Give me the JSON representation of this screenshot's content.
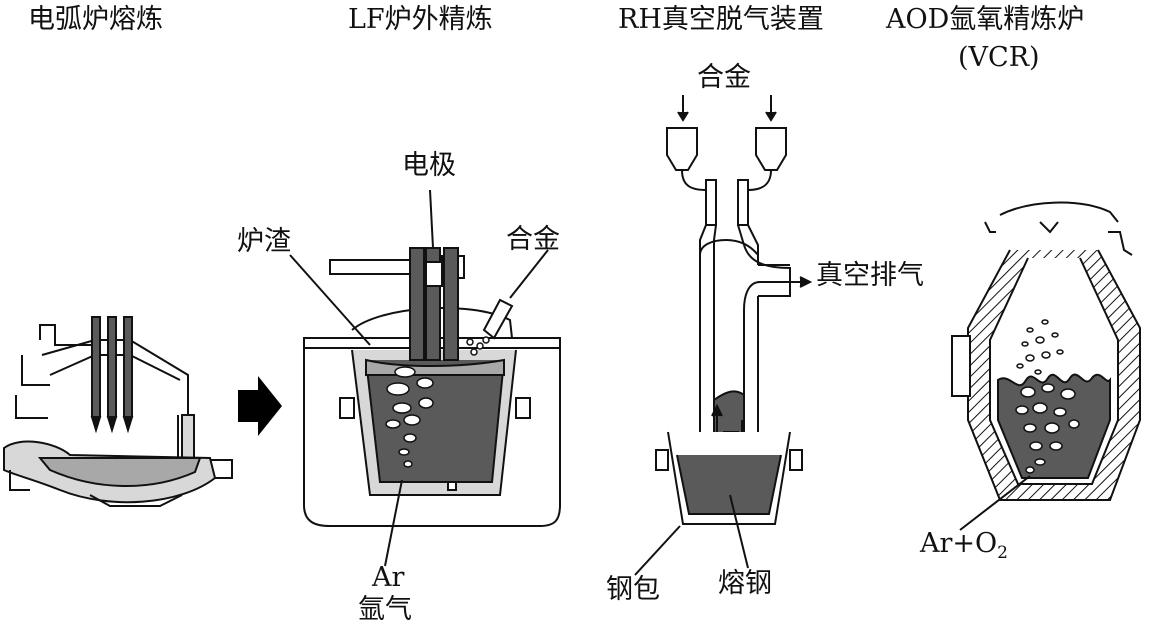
{
  "titles": {
    "eaf": "电弧炉熔炼",
    "lf": "LF炉外精炼",
    "rh": "RH真空脱气装置",
    "aod": "AOD氩氧精炼炉",
    "aod_sub": "(VCR)"
  },
  "lf_labels": {
    "electrode": "电极",
    "slag": "炉渣",
    "alloy": "合金",
    "ar": "Ar",
    "argon": "氩气"
  },
  "rh_labels": {
    "alloy": "合金",
    "vacuum_exhaust": "真空排气",
    "ladle": "钢包",
    "molten_steel": "熔钢"
  },
  "aod_labels": {
    "gas": "Ar+O",
    "gas_sub": "2"
  },
  "colors": {
    "line": "#111111",
    "steel_dark": "#5a5a5a",
    "steel_light": "#a8a8a8",
    "refractory": "#d8d8d8",
    "paper": "#ffffff"
  }
}
